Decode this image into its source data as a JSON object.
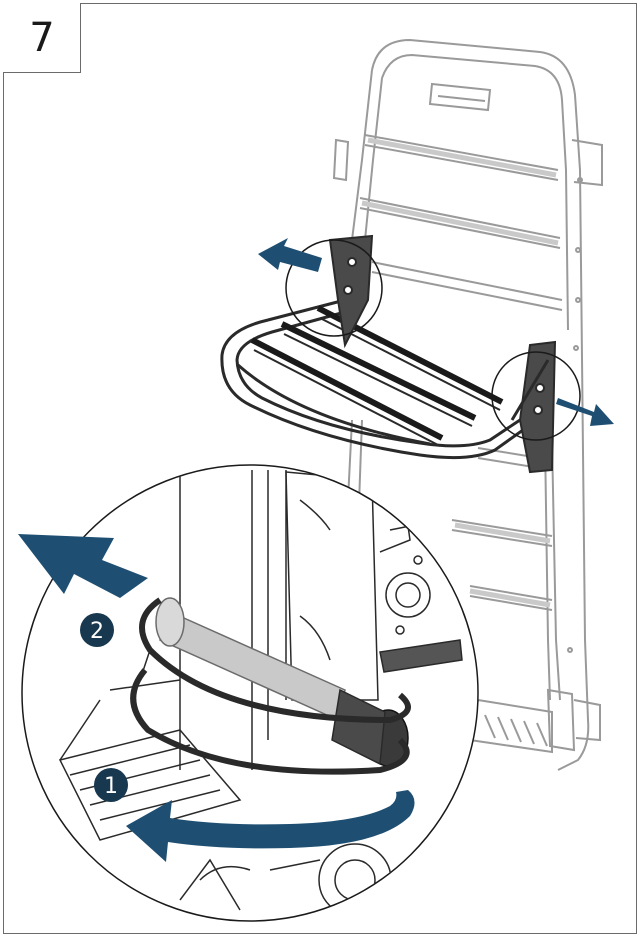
{
  "step": {
    "number": "7"
  },
  "callouts": [
    {
      "label": "1"
    },
    {
      "label": "2"
    }
  ],
  "colors": {
    "arrow": "#1e4f72",
    "callout": "#17384f",
    "line": "#2a2a2a",
    "frame_gray": "#9a9a9a",
    "shade": "#c9c9c9"
  },
  "icons": [
    "arrow-left-icon",
    "arrow-right-icon",
    "curved-arrow-icon",
    "arrow-left-icon"
  ]
}
